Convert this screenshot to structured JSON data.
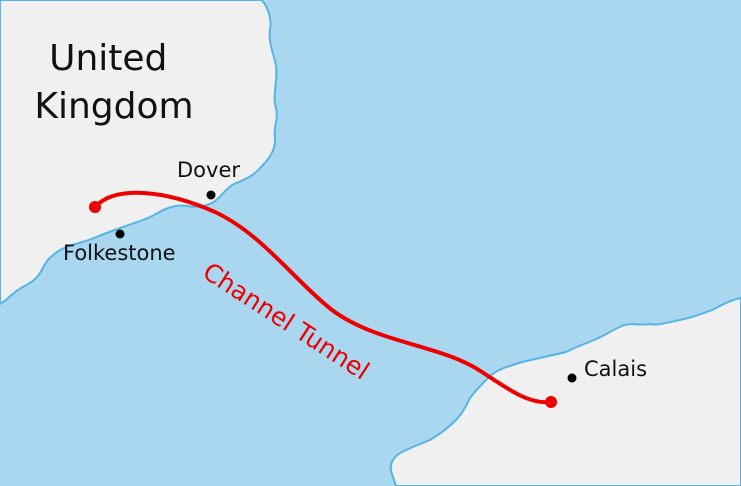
{
  "colors": {
    "sea": "#a9d7f0",
    "land": "#f0f0f0",
    "coast": "#56b3e6",
    "tunnel": "#ee0000",
    "text": "#111111",
    "dot": "#000000"
  },
  "country": {
    "line1": "United",
    "line2": "Kingdom"
  },
  "towns": {
    "dover": "Dover",
    "folkestone": "Folkestone",
    "calais": "Calais"
  },
  "tunnel": {
    "label": "Channel Tunnel"
  }
}
